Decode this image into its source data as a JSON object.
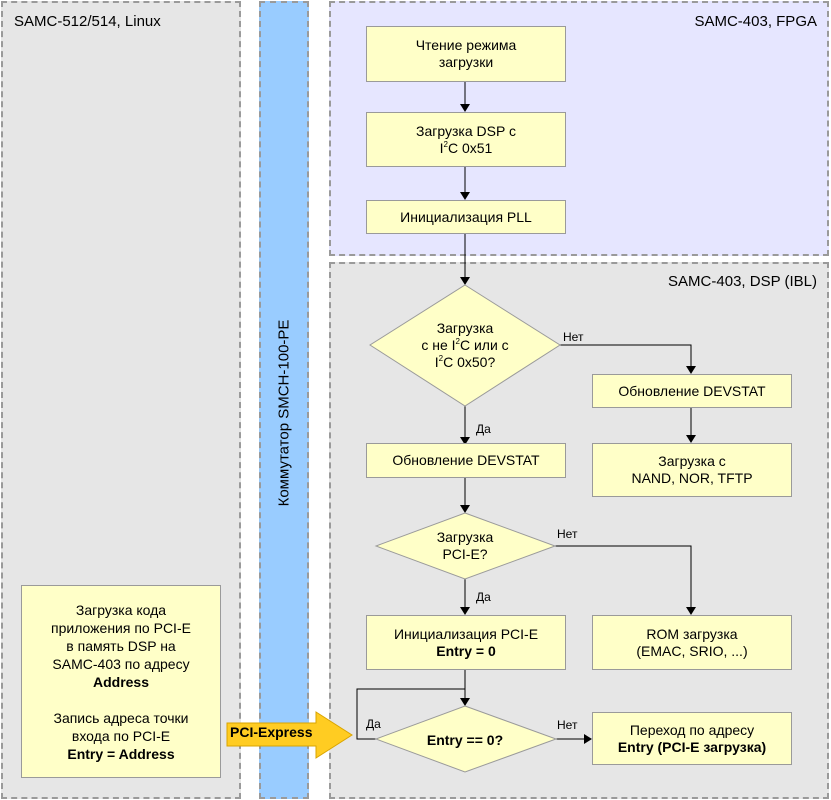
{
  "panels": {
    "linux": {
      "title": "SAMC-512/514, Linux"
    },
    "switch": {
      "title": "Коммутатор SMCH-100-PE"
    },
    "fpga": {
      "title": "SAMC-403, FPGA"
    },
    "dsp": {
      "title": "SAMC-403, DSP (IBL)"
    }
  },
  "colors": {
    "linux_panel": "#e6e6e6",
    "switch_bar": "#99ccff",
    "fpga_panel": "#e6e6ff",
    "dsp_panel": "#e6e6e6",
    "box_fill": "#ffffc8",
    "arrow_fill": "#ffcc22"
  },
  "fpga_steps": [
    {
      "line1": "Чтение режима",
      "line2": "загрузки"
    },
    {
      "line1": "Загрузка DSP с",
      "line2_pre": "I",
      "line2_sup": "2",
      "line2_post": "C 0x51"
    },
    {
      "line1": "Инициализация PLL"
    }
  ],
  "dsp": {
    "decision1": {
      "line1": "Загрузка",
      "line2_pre": "с не I",
      "line2_sup": "2",
      "line2_post": "C или с",
      "line3_pre": "I",
      "line3_sup": "2",
      "line3_post": "C 0x50?",
      "yes": "Да",
      "no": "Нет"
    },
    "devstat_left": "Обновление DEVSTAT",
    "devstat_right": "Обновление DEVSTAT",
    "nand_box": {
      "line1": "Загрузка с",
      "line2": "NAND, NOR, TFTP"
    },
    "decision2": {
      "line1": "Загрузка",
      "line2": "PCI-E?",
      "yes": "Да",
      "no": "Нет"
    },
    "pcie_init": {
      "line1": "Инициализация PCI-E",
      "line2": "Entry = 0"
    },
    "rom_box": {
      "line1": "ROM загрузка",
      "line2": "(EMAC, SRIO, ...)"
    },
    "decision3": {
      "text": "Entry == 0?",
      "yes": "Да",
      "no": "Нет"
    },
    "jump_box": {
      "line1": "Переход по адресу",
      "line2": "Entry (PCI-E загрузка)"
    }
  },
  "linux_box": {
    "lines": [
      "Загрузка кода",
      "приложения по PCI-E",
      "в память DSP на",
      "SAMC-403 по адресу"
    ],
    "bold1": "Address",
    "lines2": [
      "Запись адреса точки",
      "входа по PCI-E"
    ],
    "bold2": "Entry = Address"
  },
  "pcie_arrow": {
    "label": "PCI-Express"
  }
}
